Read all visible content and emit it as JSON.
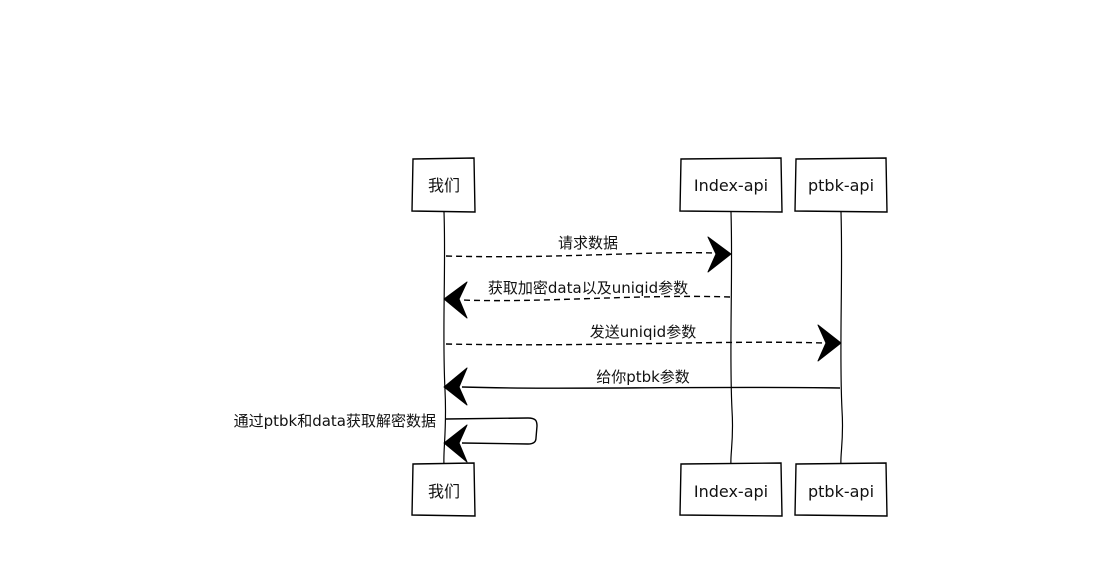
{
  "participants": {
    "us": "我们",
    "index_api": "Index-api",
    "ptbk_api": "ptbk-api"
  },
  "messages": {
    "request_data": "请求数据",
    "get_encrypted": "获取加密data以及uniqid参数",
    "send_uniqid": "发送uniqid参数",
    "give_ptbk": "给你ptbk参数",
    "decrypt": "通过ptbk和data获取解密数据"
  }
}
